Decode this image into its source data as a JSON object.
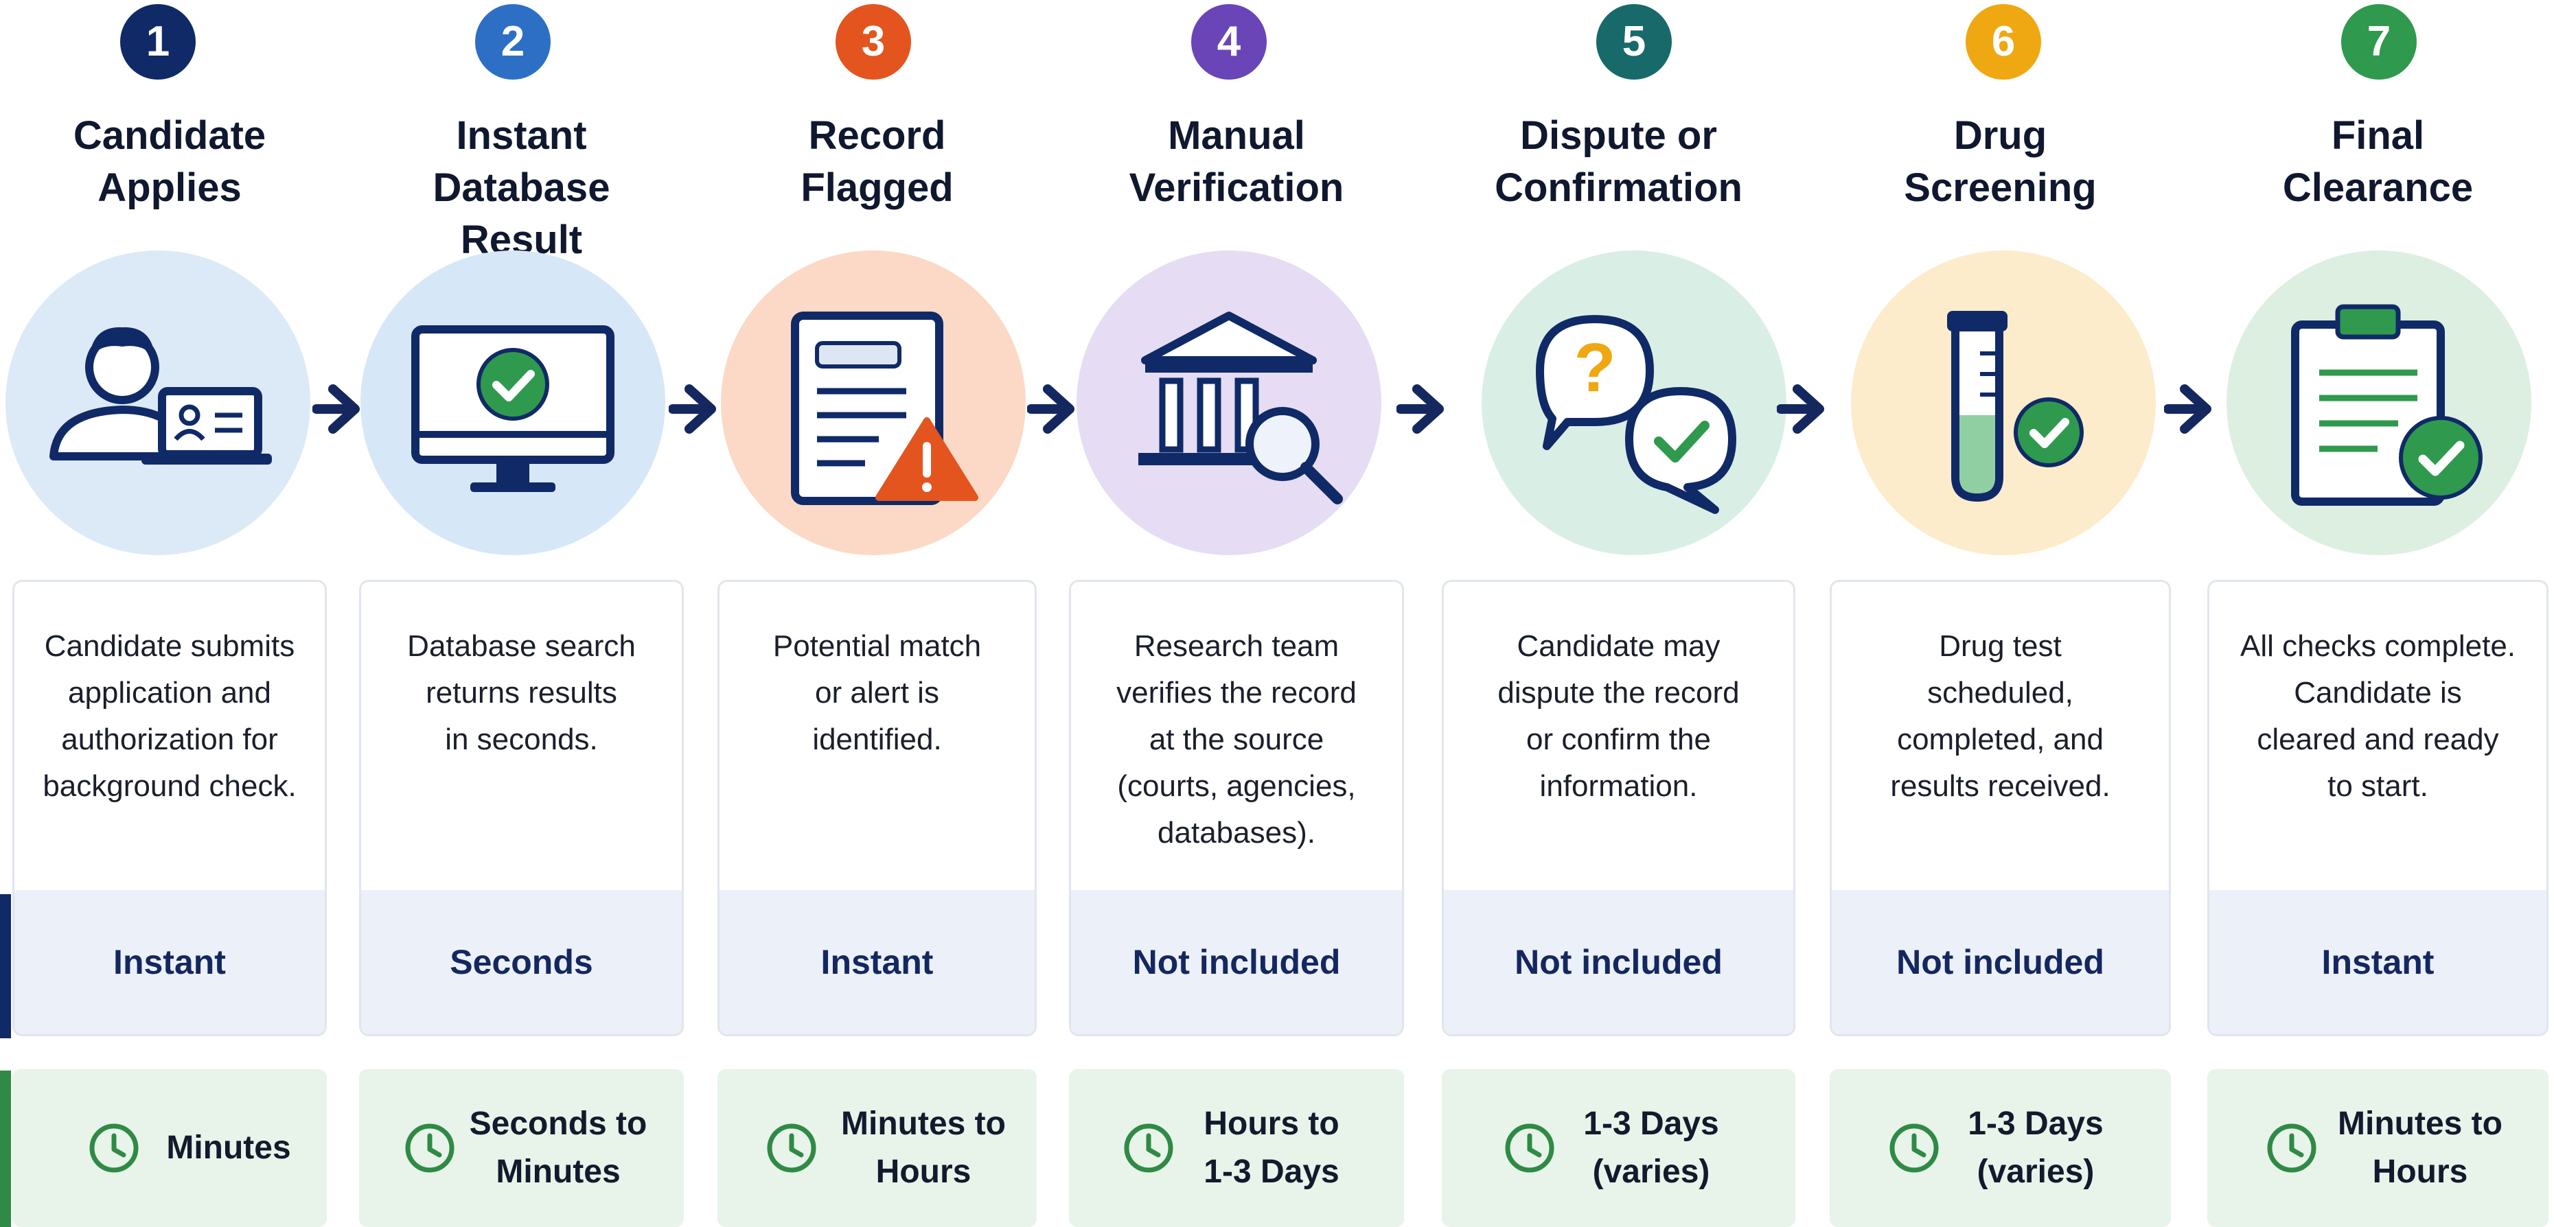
{
  "steps": [
    {
      "number": "1",
      "title": "Candidate\nApplies",
      "description": "Candidate submits\napplication and\nauthorization for\nbackground check.",
      "automation": "Instant",
      "time": "Minutes",
      "icon": "person-laptop-icon",
      "num_color": "#0f2a66",
      "circle_color": "#dce9f7"
    },
    {
      "number": "2",
      "title": "Instant\nDatabase\nResult",
      "description": "Database search\nreturns results\nin seconds.",
      "automation": "Seconds",
      "time": "Seconds to\nMinutes",
      "icon": "monitor-check-icon",
      "num_color": "#2d6fc4",
      "circle_color": "#d6e8f8"
    },
    {
      "number": "3",
      "title": "Record\nFlagged",
      "description": "Potential match\nor alert is\nidentified.",
      "automation": "Instant",
      "time": "Minutes to\nHours",
      "icon": "document-warning-icon",
      "num_color": "#e3541f",
      "circle_color": "#fbd9c6"
    },
    {
      "number": "4",
      "title": "Manual\nVerification",
      "description": "Research team\nverifies the record\nat the source\n(courts, agencies,\ndatabases).",
      "automation": "Not included",
      "time": "Hours to\n1-3 Days",
      "icon": "courthouse-magnifier-icon",
      "num_color": "#6a45b7",
      "circle_color": "#e6ddf5"
    },
    {
      "number": "5",
      "title": "Dispute or\nConfirmation",
      "description": "Candidate may\ndispute the record\nor confirm the\ninformation.",
      "automation": "Not included",
      "time": "1-3 Days\n(varies)",
      "icon": "speech-bubbles-icon",
      "num_color": "#17696a",
      "circle_color": "#d9efe5"
    },
    {
      "number": "6",
      "title": "Drug\nScreening",
      "description": "Drug test\nscheduled,\ncompleted, and\nresults received.",
      "automation": "Not included",
      "time": "1-3 Days\n(varies)",
      "icon": "test-tube-check-icon",
      "num_color": "#f0a812",
      "circle_color": "#fdeccb"
    },
    {
      "number": "7",
      "title": "Final\nClearance",
      "description": "All checks complete.\nCandidate is\ncleared and ready\nto start.",
      "automation": "Instant",
      "time": "Minutes to\nHours",
      "icon": "clipboard-check-icon",
      "num_color": "#2f9a4e",
      "circle_color": "#dcefe0"
    }
  ],
  "colors": {
    "navy": "#14275e",
    "green": "#2f8a45",
    "automation_band": "#ebf0f9",
    "time_band": "#e8f3ea"
  }
}
